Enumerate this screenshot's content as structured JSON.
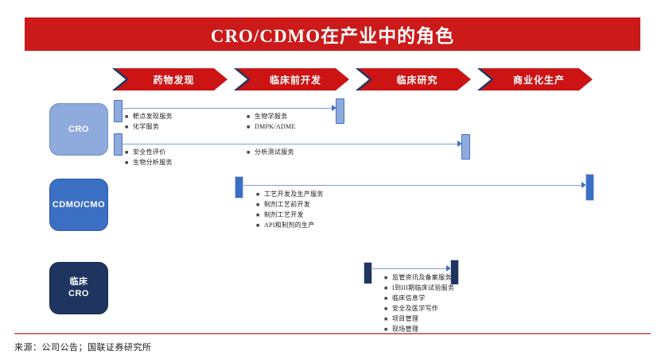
{
  "slide": {
    "title": "CRO/CDMO在产业中的角色",
    "title_bg": "#cc1a1a"
  },
  "stages": [
    {
      "label": "药物发现"
    },
    {
      "label": "临床前开发"
    },
    {
      "label": "临床研究"
    },
    {
      "label": "商业化生产"
    }
  ],
  "roles": [
    {
      "name": "CRO",
      "label": "CRO",
      "color": "#8faadc"
    },
    {
      "name": "CDMO/CMO",
      "label": "CDMO/CMO",
      "color": "#3b6fc4"
    },
    {
      "name": "临床CRO",
      "label_line1": "临床",
      "label_line2": "CRO",
      "color": "#1f3560"
    }
  ],
  "rows": [
    {
      "id": "cro-row-1",
      "groups": [
        {
          "items": [
            "靶点发现服务",
            "化学服务"
          ]
        },
        {
          "items": [
            "生物学服务",
            "DMPK/ADME"
          ]
        }
      ]
    },
    {
      "id": "cro-row-2",
      "groups": [
        {
          "items": [
            "安全性评价",
            "生物分析服务"
          ]
        },
        {
          "items": [
            "分析测试服务"
          ]
        }
      ]
    },
    {
      "id": "cdmo-row",
      "groups": [
        {
          "items": [
            "工艺开发及生产服务",
            "制剂工艺前开发",
            "制剂工艺开发",
            "API和制剂的生产"
          ]
        }
      ]
    },
    {
      "id": "clinical-cro-row",
      "groups": [
        {
          "items": [
            "监管资讯及备案服务",
            "I到III期临床试验服务",
            "临床信息学",
            "安全及医学写作",
            "项目管理",
            "现场管理"
          ]
        }
      ]
    }
  ],
  "footer": {
    "source": "来源：公司公告；国联证券研究所",
    "rule_color": "#c00000"
  }
}
